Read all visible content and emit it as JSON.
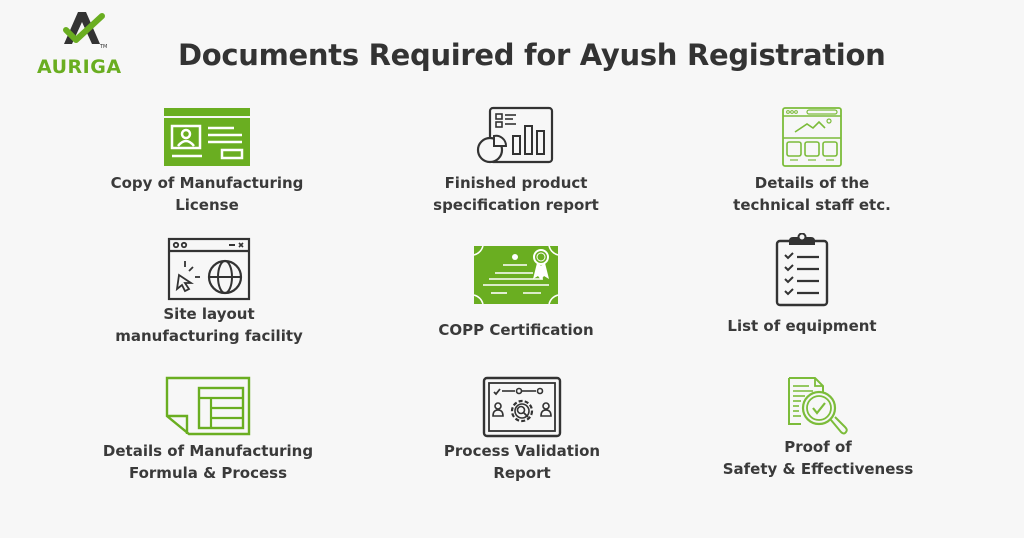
{
  "brand": {
    "name": "AURIGA",
    "trademark": "TM",
    "accent_color": "#6aae21",
    "dark_color": "#333333"
  },
  "title": "Documents Required for Ayush Registration",
  "items": [
    {
      "label": "Copy of Manufacturing\nLicense",
      "icon": "license-card-icon"
    },
    {
      "label": "Finished product\nspecification report",
      "icon": "report-chart-icon"
    },
    {
      "label": "Details of the\ntechnical staff etc.",
      "icon": "web-layout-icon"
    },
    {
      "label": "Site layout\nmanufacturing facility",
      "icon": "browser-globe-icon"
    },
    {
      "label": "COPP Certification",
      "icon": "certificate-icon"
    },
    {
      "label": "List of equipment",
      "icon": "clipboard-checklist-icon"
    },
    {
      "label": "Details of Manufacturing\nFormula & Process",
      "icon": "document-table-icon"
    },
    {
      "label": "Process Validation\nReport",
      "icon": "process-gear-icon"
    },
    {
      "label": "Proof of\nSafety & Effectiveness",
      "icon": "document-magnifier-check-icon"
    }
  ]
}
